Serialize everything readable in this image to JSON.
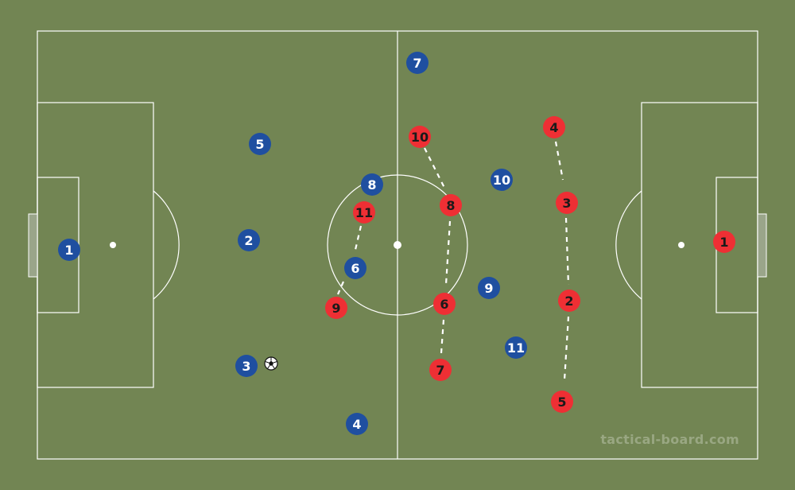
{
  "colors": {
    "pitch": "#728553",
    "lines": "#ffffff",
    "blue_team": "#1f4fa0",
    "blue_text": "#ffffff",
    "red_team": "#ee2f34",
    "red_text": "#1a1a1a"
  },
  "watermark": "tactical-board.com",
  "blue_team": [
    {
      "number": "1"
    },
    {
      "number": "2"
    },
    {
      "number": "3"
    },
    {
      "number": "4"
    },
    {
      "number": "5"
    },
    {
      "number": "6"
    },
    {
      "number": "7"
    },
    {
      "number": "8"
    },
    {
      "number": "9"
    },
    {
      "number": "10"
    },
    {
      "number": "11"
    }
  ],
  "red_team": [
    {
      "number": "1"
    },
    {
      "number": "2"
    },
    {
      "number": "3"
    },
    {
      "number": "4"
    },
    {
      "number": "5"
    },
    {
      "number": "6"
    },
    {
      "number": "7"
    },
    {
      "number": "8"
    },
    {
      "number": "9"
    },
    {
      "number": "10"
    },
    {
      "number": "11"
    }
  ],
  "ball": {
    "icon": "soccer-ball-icon"
  }
}
